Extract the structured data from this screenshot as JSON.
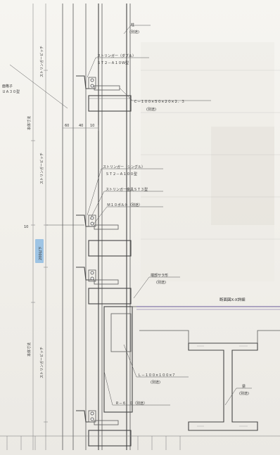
{
  "labels": {
    "column": "柱",
    "column_sep": "(別途)",
    "stringer_double": "ストリンガー（ダブル）",
    "stringer_double_model": "ＳＴ２－Ａ１０Ｗ型",
    "handrail_post": "面格子",
    "handrail_post_model": "ＵＡ３０型",
    "channel": "Ｃ－１００×５０×２０×２．３",
    "channel_sep": "(別途)",
    "stringer_single": "ストリンガー（シングル）",
    "stringer_single_model": "ＳＴ２－Ａ１００型",
    "stringer_fitting": "ストリンガー金具ＳＴ３型",
    "bolt": "Ｍ１０ボルト（別途）",
    "flashing": "端部サラ形",
    "flashing_sep": "(別途)",
    "angle": "Ｌ－１００×１００×７",
    "angle_sep": "(別途)",
    "plate": "Ｒ－６．０（別途）",
    "beam": "梁",
    "beam_sep": "(別途)",
    "dim_60": "60",
    "dim_40": "40",
    "dim_10": "10",
    "dim_10b": "10",
    "pitch_upper": "ストリンガーピッチ",
    "pitch_middle": "ストリンガーピッチ",
    "pitch_lower": "ストリンガーピッチ",
    "spacing_upper": "本体寸法",
    "spacing_lower": "本体寸法",
    "badge": "200以下",
    "section_title": "断面図X-X詳細"
  }
}
